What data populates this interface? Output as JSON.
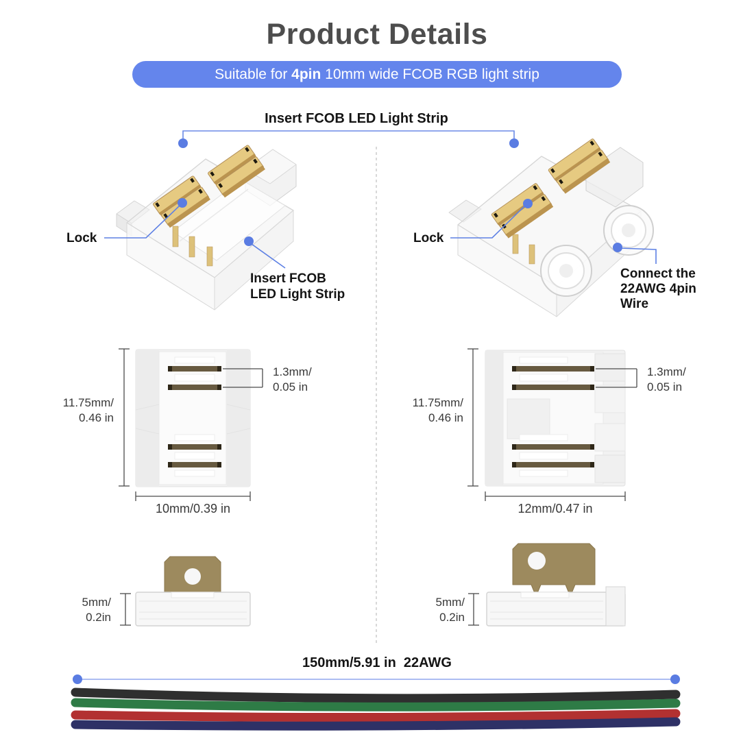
{
  "header": {
    "title": "Product Details",
    "banner_prefix": "Suitable for ",
    "banner_bold": "4pin",
    "banner_suffix": " 10mm wide FCOB RGB light strip"
  },
  "diagram": {
    "heading": "Insert FCOB LED Light Strip",
    "left_connector": {
      "lock_label": "Lock",
      "annotation_lines": [
        "Insert FCOB",
        "LED Light Strip"
      ]
    },
    "right_connector": {
      "lock_label": "Lock",
      "annotation_lines": [
        "Connect the",
        "22AWG 4pin",
        "Wire"
      ]
    }
  },
  "dimensions": {
    "left": {
      "height_lines": [
        "11.75mm/",
        "0.46 in"
      ],
      "pin_lines": [
        "1.3mm/",
        "0.05 in"
      ],
      "width": "10mm/0.39 in",
      "side_lines": [
        "5mm/",
        "0.2in"
      ]
    },
    "right": {
      "height_lines": [
        "11.75mm/",
        "0.46 in"
      ],
      "pin_lines": [
        "1.3mm/",
        "0.05 in"
      ],
      "width": "12mm/0.47 in",
      "side_lines": [
        "5mm/",
        "0.2in"
      ]
    }
  },
  "wire": {
    "label": "150mm/5.91 in  22AWG",
    "colors": [
      "#2f2f2f",
      "#2e7b46",
      "#b23131",
      "#2e3166"
    ]
  },
  "colors": {
    "banner_bg": "#6485ec",
    "accent_blue": "#5a7ce2",
    "leader_line_blue": "#6b8ae6",
    "dim_line": "#4a4a4a",
    "gold": "#e6ca81",
    "pin_dark": "#675a40"
  }
}
